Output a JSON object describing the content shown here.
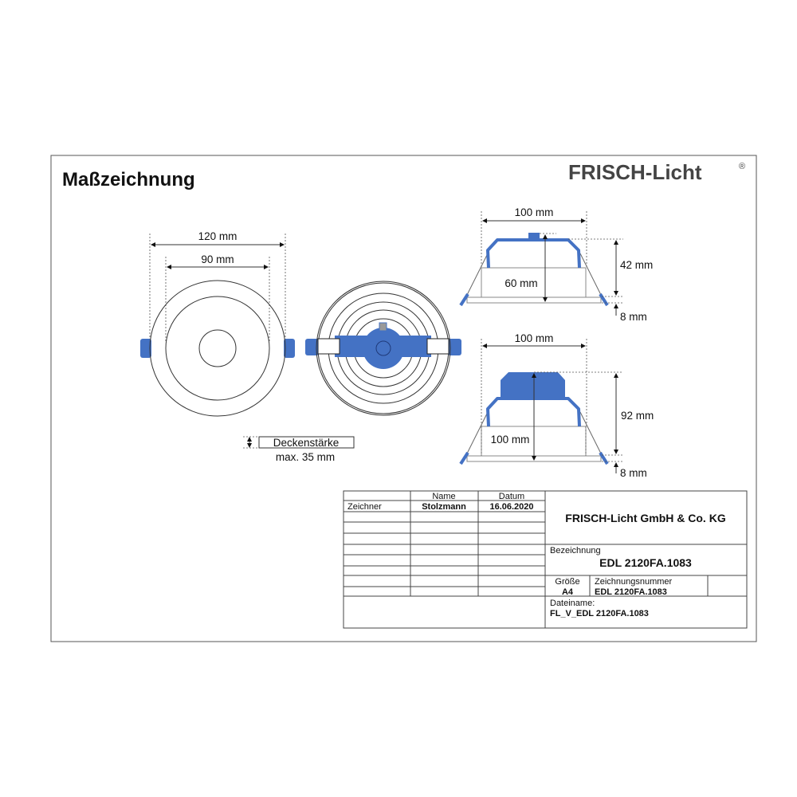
{
  "title": "Maßzeichnung",
  "logo": {
    "text": "FRISCH-Licht",
    "mark": "®"
  },
  "front_view": {
    "outer_diameter": "120 mm",
    "cutout": "90 mm"
  },
  "ceiling": {
    "label": "Deckenstärke",
    "max": "max. 35 mm"
  },
  "side_view_1": {
    "width": "100 mm",
    "depth": "60 mm",
    "height": "42 mm",
    "plate": "8 mm"
  },
  "side_view_2": {
    "width": "100 mm",
    "depth": "100 mm",
    "height": "92 mm",
    "plate": "8 mm"
  },
  "colors": {
    "accent": "#4472c4"
  },
  "title_block": {
    "col_name": "Name",
    "col_date": "Datum",
    "row_label": "Zeichner",
    "drafter": "Stolzmann",
    "date": "16.06.2020",
    "company": "FRISCH-Licht GmbH & Co. KG",
    "designation_label": "Bezeichnung",
    "designation": "EDL 2120FA.1083",
    "size_label": "Größe",
    "size": "A4",
    "drawing_no_label": "Zeichnungsnummer",
    "drawing_no": "EDL 2120FA.1083",
    "filename_label": "Dateiname:",
    "filename": "FL_V_EDL 2120FA.1083"
  }
}
